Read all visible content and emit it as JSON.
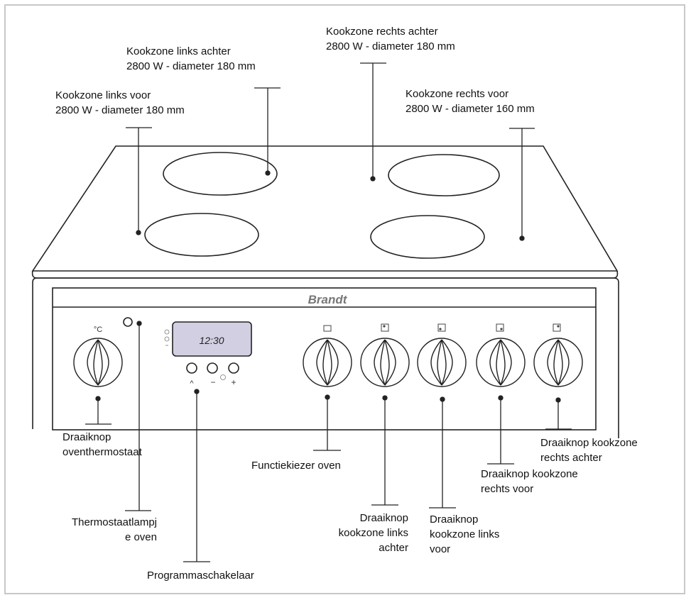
{
  "brand": "Brandt",
  "display_time": "12:30",
  "cooking_zones": [
    {
      "id": "left-rear",
      "name": "Kookzone links achter",
      "spec": "2800 W - diameter 180 mm"
    },
    {
      "id": "right-rear",
      "name": "Kookzone rechts achter",
      "spec": "2800 W - diameter 180 mm"
    },
    {
      "id": "left-front",
      "name": "Kookzone links voor",
      "spec": "2800 W - diameter 180 mm"
    },
    {
      "id": "right-front",
      "name": "Kookzone rechts voor",
      "spec": "2800 W - diameter 160 mm"
    }
  ],
  "controls": {
    "oven_thermostat_knob": [
      "Draaiknop",
      "oventhermostaat"
    ],
    "thermostat_lamp": [
      "Thermostaatlampj",
      "e oven"
    ],
    "programmer": "Programmaschakelaar",
    "oven_function_selector": "Functiekiezer oven",
    "knob_left_rear": [
      "Draaiknop",
      "kookzone links",
      "achter"
    ],
    "knob_left_front": [
      "Draaiknop",
      "kookzone links",
      "voor"
    ],
    "knob_right_front": [
      "Draaiknop kookzone",
      "rechts voor"
    ],
    "knob_right_rear": [
      "Draaiknop kookzone",
      "rechts achter"
    ]
  },
  "programmer_buttons": [
    "^",
    "−",
    "+"
  ],
  "thermostat_symbol": "°C"
}
